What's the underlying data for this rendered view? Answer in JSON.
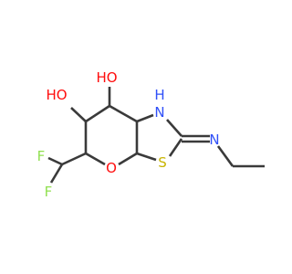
{
  "molecule": {
    "atoms": {
      "oh_top": "HO",
      "oh_left": "HO",
      "nh": "H\nN",
      "n_imine": "N",
      "o_ring": "O",
      "s_ring": "S",
      "f_top": "F",
      "f_bottom": "F"
    },
    "colors": {
      "bond": "#3a3a3a",
      "oxygen": "#ff0d0d",
      "nitrogen": "#3050f8",
      "sulfur": "#c8b400",
      "fluorine": "#90e050"
    }
  }
}
